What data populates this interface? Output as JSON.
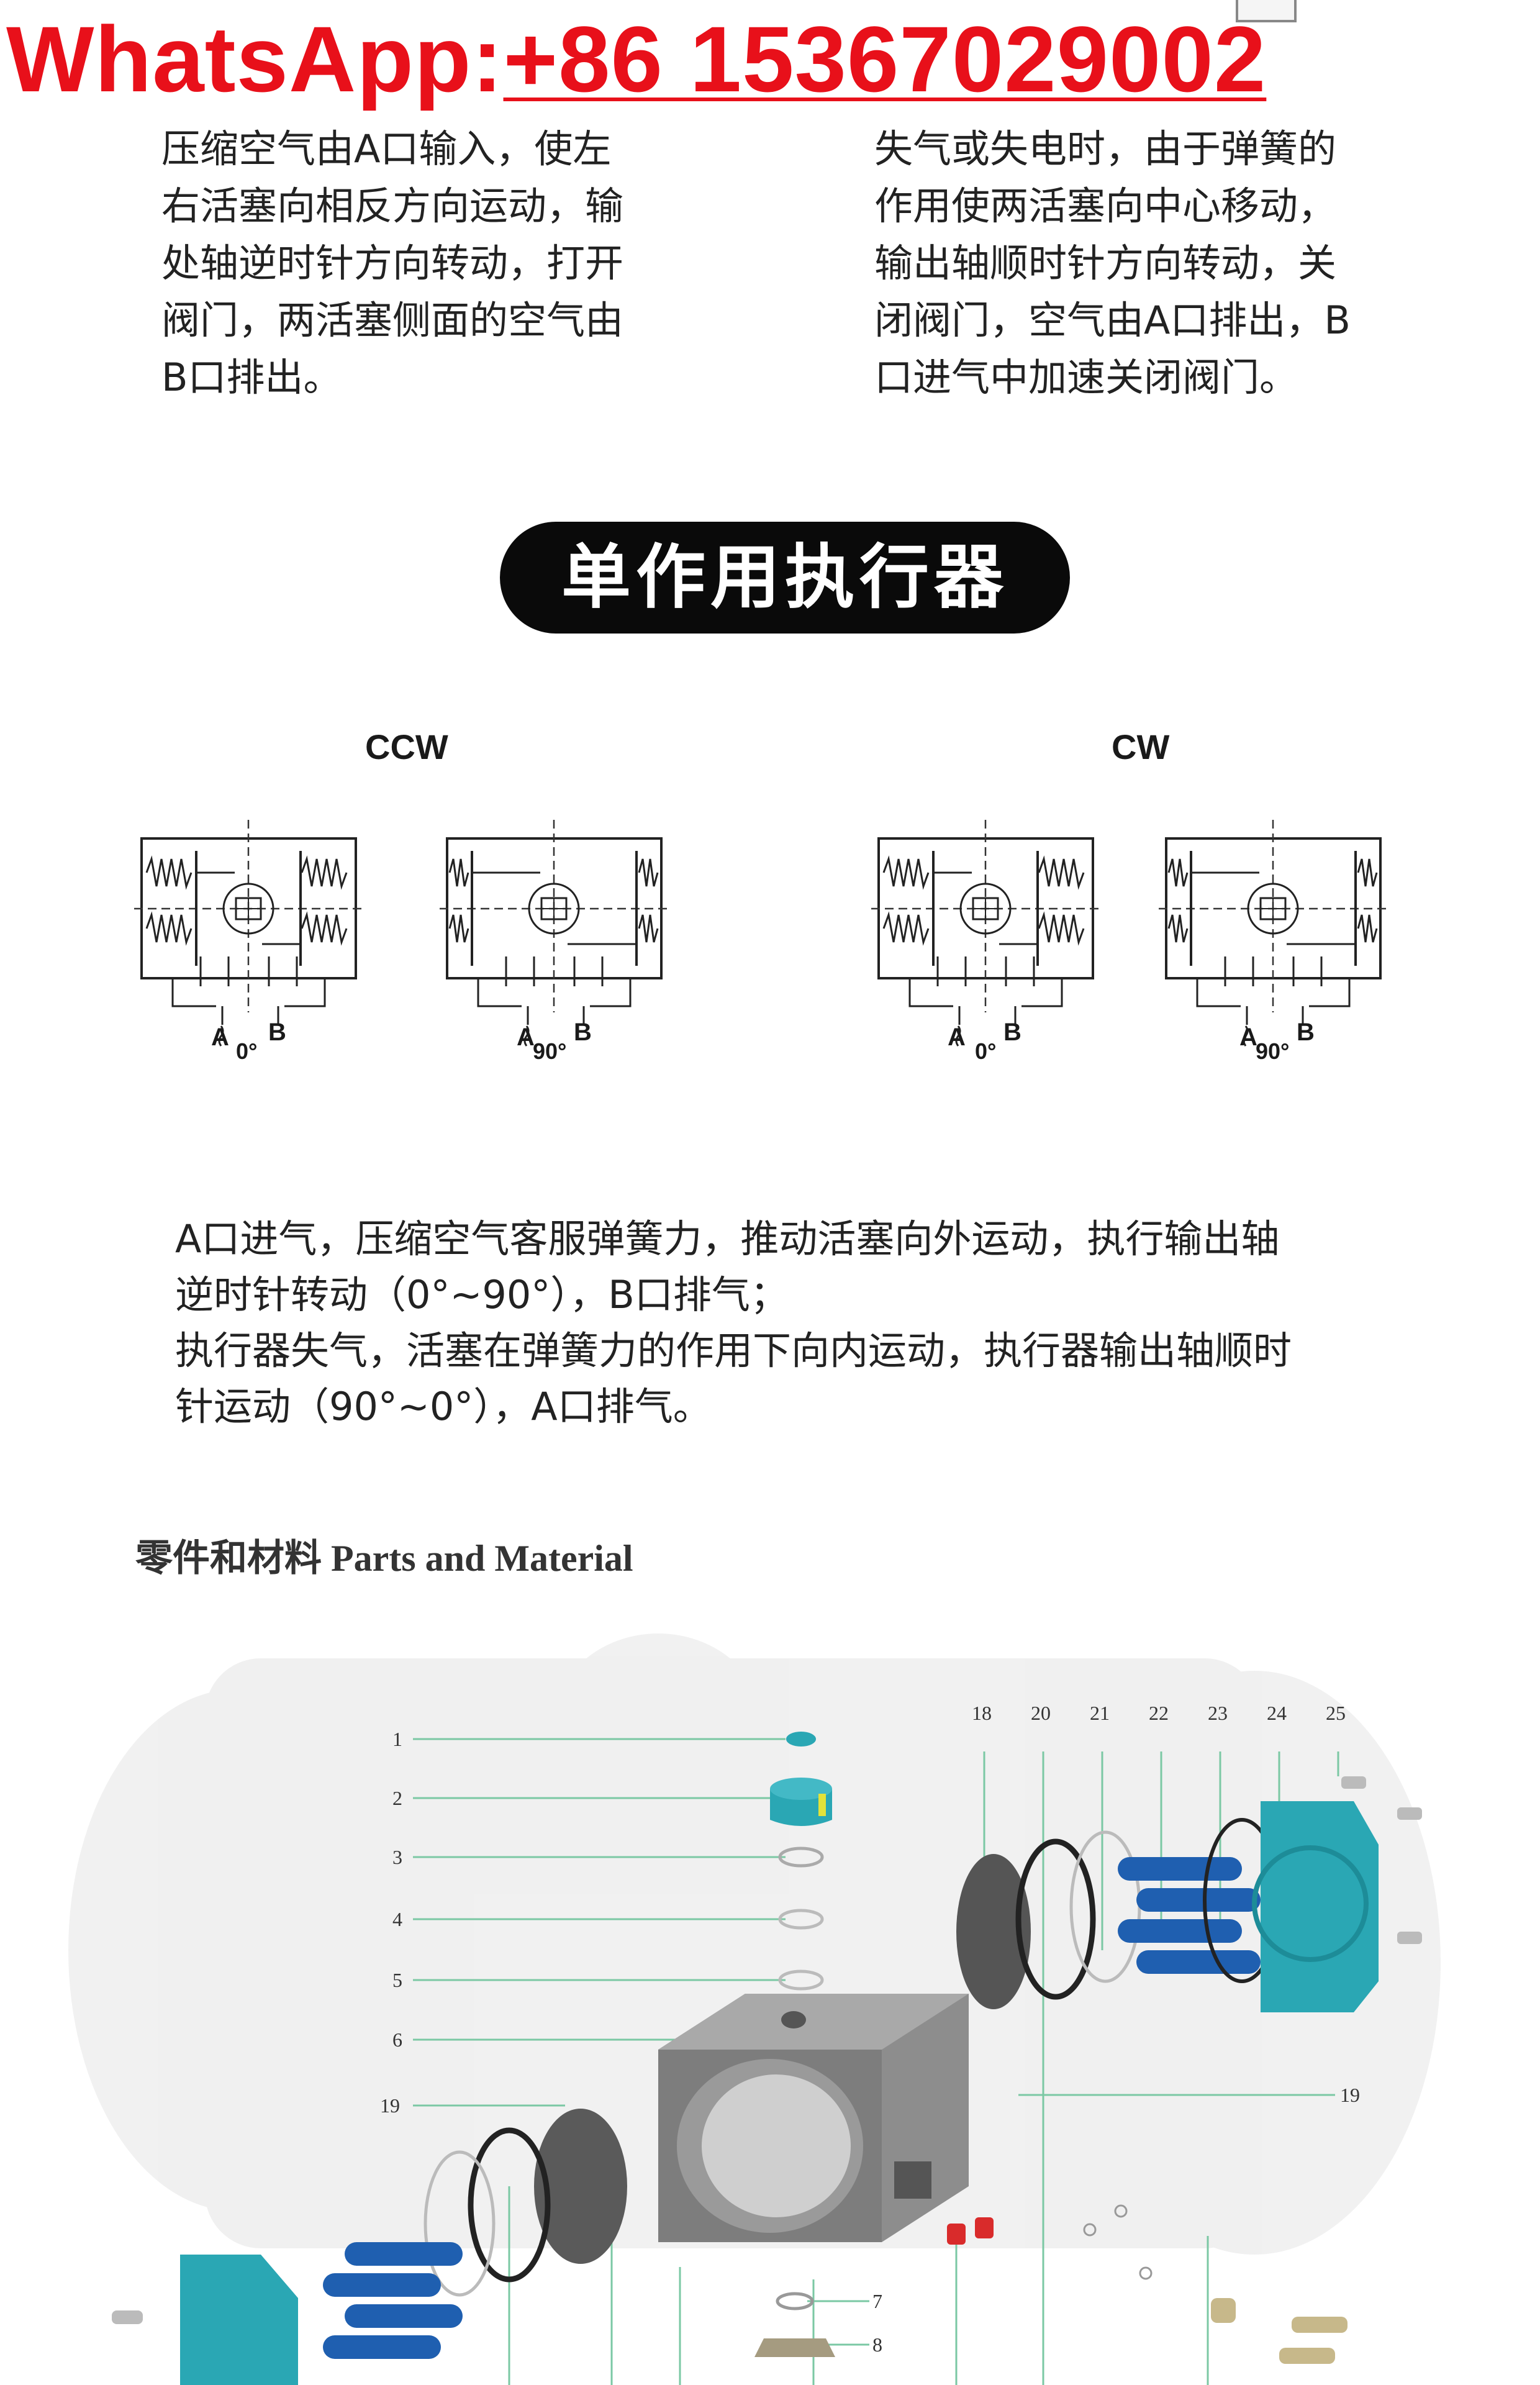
{
  "header": {
    "prefix": "WhatsApp:",
    "number": "+86 15367029002"
  },
  "double_acting": {
    "left_lines": [
      "压缩空气由A口输入，使左",
      "右活塞向相反方向运动，输",
      "处轴逆时针方向转动，打开",
      "阀门，两活塞侧面的空气由",
      "B口排出。"
    ],
    "right_lines": [
      "失气或失电时，由于弹簧的",
      "作用使两活塞向中心移动，",
      "输出轴顺时针方向转动，关",
      "闭阀门，空气由A口排出，B",
      "口进气中加速关闭阀门。"
    ]
  },
  "single_acting": {
    "title": "单作用执行器",
    "ccw_label": "CCW",
    "cw_label": "CW",
    "port_a": "A",
    "port_b": "B",
    "angle_0": "0°",
    "angle_90": "90°",
    "description_lines": [
      "A口进气，压缩空气客服弹簧力，推动活塞向外运动，执行输出轴",
      "逆时针转动（0°~90°），B口排气；",
      "执行器失气，活塞在弹簧力的作用下向内运动，执行器输出轴顺时",
      "针运动（90°~0°），A口排气。"
    ]
  },
  "parts": {
    "title": "零件和材料 Parts and Material",
    "left_numbers": [
      "1",
      "2",
      "3",
      "4",
      "5",
      "6",
      "19"
    ],
    "top_numbers": [
      "18",
      "20",
      "21",
      "22",
      "23",
      "24",
      "25"
    ],
    "right_number": "19",
    "bottom_numbers": [
      "7",
      "8"
    ]
  },
  "colors": {
    "whatsapp_red": "#e8101a",
    "teal": "#2aa7b4",
    "blue": "#1f5fb0",
    "line_green": "#7bc8a4"
  }
}
